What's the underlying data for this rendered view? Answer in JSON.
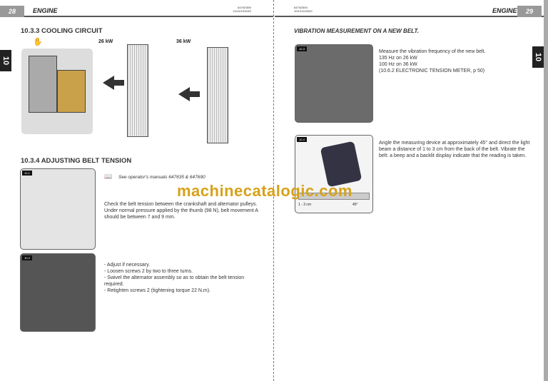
{
  "left_page": {
    "page_number": "28",
    "section": "ENGINE",
    "doc_code": "647923EN",
    "doc_date": "10/12/10/2020",
    "chapter_tab": "10",
    "cooling": {
      "heading": "10.3.3   COOLING CIRCUIT",
      "label_26": "26 kW",
      "label_36": "36 kW"
    },
    "belt": {
      "heading": "10.3.4   ADJUSTING BELT TENSION",
      "fig1": "10-1",
      "fig2": "10-2",
      "reference": "See operator's manuals 647635 & 647690",
      "para1": [
        "Check the belt tension between the crankshaft and alternator pulleys.",
        "Under normal pressure applied by the thumb (98 N), belt movement A should be between 7 and 9 mm."
      ],
      "steps": [
        "- Adjust if necessary.",
        "- Loosen screws 2 by two to three turns.",
        "- Swivel the alternator assembly so as to obtain the belt tension required.",
        "- Retighten screws 2 (tightening torque 22 N.m)."
      ]
    }
  },
  "right_page": {
    "page_number": "29",
    "section": "ENGINE",
    "doc_code": "647923EN",
    "doc_date": "10/12/10/2020",
    "chapter_tab": "10",
    "heading": "VIBRATION MEASUREMENT ON A NEW BELT.",
    "fig3": "10-3",
    "fig4": "10-4",
    "para1": [
      "Measure the vibration frequency of the new belt.",
      "135 Hz on 26 kW",
      "100 Hz on 36 kW",
      "(10.6.2 ELECTRONIC TENSION METER, p 50)"
    ],
    "para2": "Angle the measuring device at approximately 45° and direct the light beam a distance of 1 to 3 cm from the back of the belt. Vibrate the belt: a beep and a backlit display indicate that the reading is taken.",
    "fig4_dist": "1 - 3 cm",
    "fig4_angle": "45°"
  },
  "watermark": "machinecatalogic.com"
}
